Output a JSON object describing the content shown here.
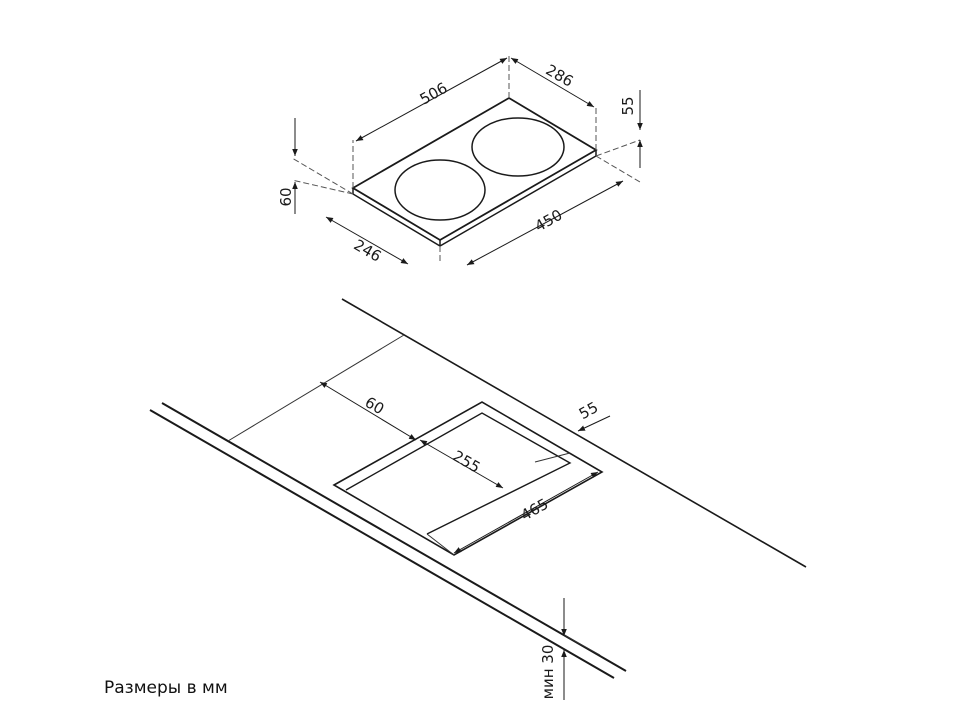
{
  "hob": {
    "width_top": "506",
    "depth_top": "286",
    "top_thickness": "55",
    "edge_height": "60",
    "width_bottom": "450",
    "depth_bottom": "246"
  },
  "cutout": {
    "offset_front": "60",
    "offset_back": "55",
    "depth": "255",
    "width": "465",
    "min_thickness": "мин 30"
  },
  "caption": "Размеры в мм",
  "colors": {
    "line": "#1a1a1a",
    "thin": "#333333",
    "dash": "#555555",
    "background": "#ffffff"
  }
}
